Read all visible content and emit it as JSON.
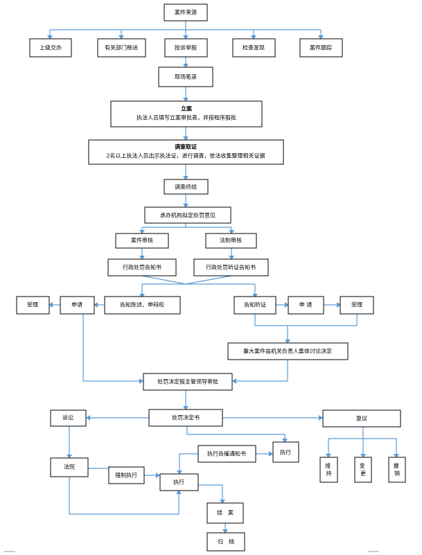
{
  "nodes": {
    "case_source": "案件来源",
    "src_superior": "上级交办",
    "src_departments": "有关部门移送",
    "src_complaint": "投诉举报",
    "src_inspection": "检查发现",
    "src_tracking": "案件跟踪",
    "site_record": "现场笔录",
    "filing_title": "立案",
    "filing_desc": "执法人员填写立案审批表，并按程序报批",
    "investigation_title": "调查取证",
    "investigation_desc": "2名以上执法人员出示执法证，进行调查，依法收集整理相关证据",
    "investigation_end": "调查终结",
    "handling_opinion": "承办机构拟定处罚意见",
    "case_review": "案件审核",
    "legal_review": "法制审核",
    "penalty_notice": "行政处罚告知书",
    "hearing_notice_doc": "行政处罚听证告知书",
    "left_accept": "受理",
    "left_apply": "申请",
    "notify_statement": "告知陈述、申辩权",
    "notify_hearing": "告知听证",
    "right_apply": "申 请",
    "right_accept": "受理",
    "collective_discussion": "重大案件由机关负责人集体讨论决定",
    "leader_approval": "处罚决定报主管领导审批",
    "lawsuit": "诉讼",
    "decision_doc": "处罚决定书",
    "review": "复议",
    "court": "法院",
    "enforce_notice": "执行告催通知书",
    "execute_top": "执行",
    "forced_execution": "强制执行",
    "execute": "执行",
    "review_maintain": "维持",
    "review_change": "变更",
    "review_revoke": "撤销",
    "close_case": "结　案",
    "archive": "归　档"
  }
}
